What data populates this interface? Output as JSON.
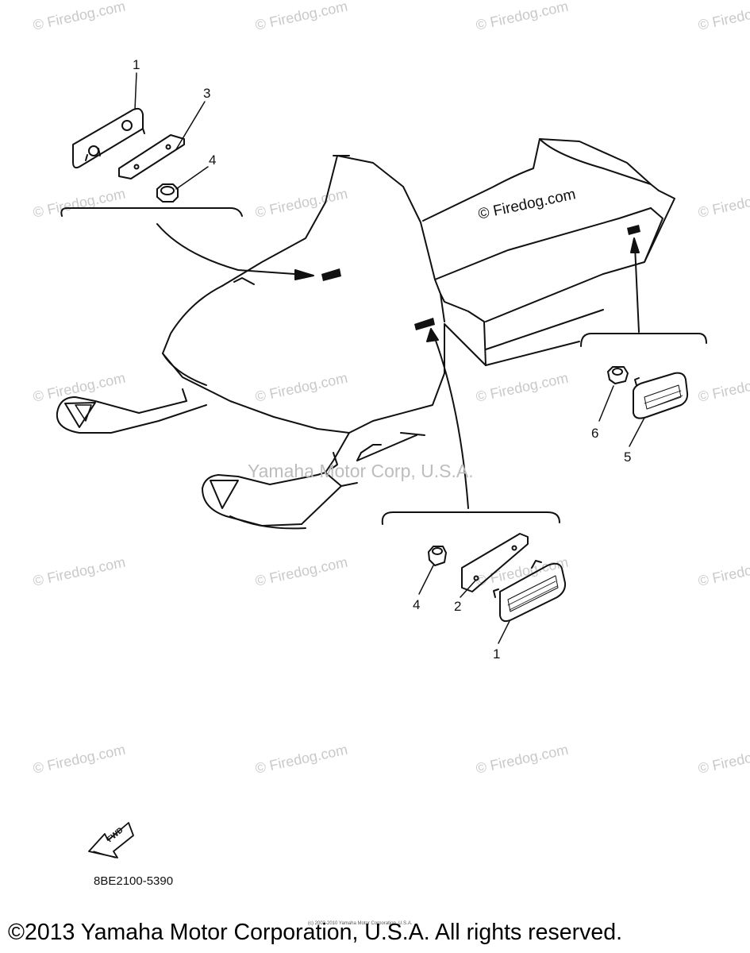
{
  "watermark_text": "© Firedog.com",
  "diagram_watermark": "© Firedog.com",
  "yamaha_watermark": "Yamaha Motor Corp, U.S.A.",
  "callouts": {
    "c1a": "1",
    "c3": "3",
    "c4a": "4",
    "c6": "6",
    "c5": "5",
    "c4b": "4",
    "c2": "2",
    "c1b": "1"
  },
  "fwd_label": "FWD",
  "part_code": "8BE2100-5390",
  "tiny_notice": "(c) 2003-2010 Yamaha Motor Corporation, U.S.A.",
  "copyright": "©2013 Yamaha Motor Corporation, U.S.A. All rights reserved."
}
